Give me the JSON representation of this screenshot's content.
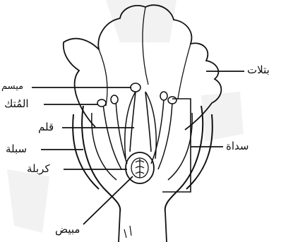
{
  "labels": {
    "petals": "بتلات",
    "stigma": "ميسم",
    "anther": "المُتك",
    "style": "قلم",
    "sepal": "سبلة",
    "carpel": "كربلة",
    "filament": "سداة",
    "ovary": "مبيض"
  }
}
